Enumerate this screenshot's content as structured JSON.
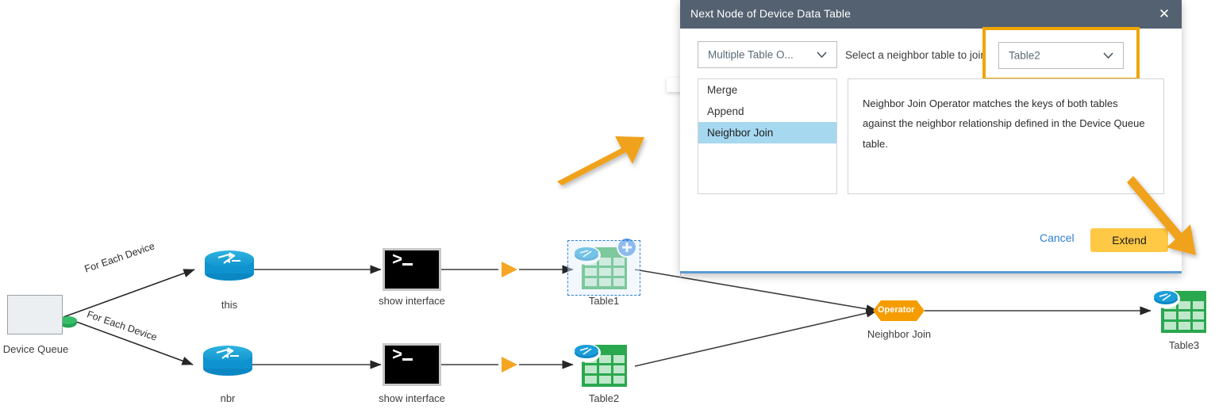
{
  "workflow": {
    "nodes": [
      {
        "id": "device-queue",
        "label": "Device Queue",
        "type": "device-queue-icon"
      },
      {
        "id": "this-router",
        "label": "this",
        "type": "router-icon"
      },
      {
        "id": "nbr-router",
        "label": "nbr",
        "type": "router-icon"
      },
      {
        "id": "show-interface-top",
        "label": "show interface",
        "type": "terminal-icon"
      },
      {
        "id": "show-interface-bottom",
        "label": "show interface",
        "type": "terminal-icon"
      },
      {
        "id": "table1",
        "label": "Table1",
        "type": "device-table-icon",
        "selected": true,
        "badge": "plus-icon"
      },
      {
        "id": "table2",
        "label": "Table2",
        "type": "device-table-icon",
        "selected": false
      },
      {
        "id": "operator",
        "label": "Neighbor Join",
        "type": "operator-hexagon",
        "chip_text": "Operator"
      },
      {
        "id": "table3",
        "label": "Table3",
        "type": "device-table-icon",
        "selected": false
      }
    ],
    "edge_labels": [
      {
        "id": "edge-top",
        "text": "For Each Device"
      },
      {
        "id": "edge-bottom",
        "text": "For Each Device"
      }
    ],
    "colors": {
      "router_blue": "#1a9ed9",
      "table_green": "#2aa84f",
      "operator_orange": "#f59c00",
      "selection_blue": "#2f7fd1",
      "badge_blue": "#4a90e2"
    }
  },
  "dialog": {
    "title": "Next Node of Device Data Table",
    "close_label": "✕",
    "operator_select": {
      "value": "Multiple Table O...",
      "caret": "chevron-down-icon"
    },
    "join_label": "Select a neighbor table to join",
    "neighbor_select": {
      "value": "Table2",
      "caret": "chevron-down-icon"
    },
    "operator_list": [
      {
        "label": "Merge",
        "selected": false
      },
      {
        "label": "Append",
        "selected": false
      },
      {
        "label": "Neighbor Join",
        "selected": true
      }
    ],
    "description": "Neighbor Join Operator matches the keys of both tables against the neighbor relationship defined in the Device Queue table.",
    "cancel_label": "Cancel",
    "extend_label": "Extend",
    "colors": {
      "titlebar": "#546170",
      "accent_bottom": "#5b9bd5",
      "highlight_box": "#f0a500",
      "extend_button": "#ffc845",
      "list_selected": "#a6d8f0",
      "cancel_link": "#2f7fd1"
    }
  },
  "annotations": [
    {
      "id": "arrow-to-dialog",
      "type": "orange-arrow-icon",
      "direction": "up-right"
    },
    {
      "id": "arrow-to-extend",
      "type": "orange-arrow-icon",
      "direction": "down-right"
    }
  ]
}
